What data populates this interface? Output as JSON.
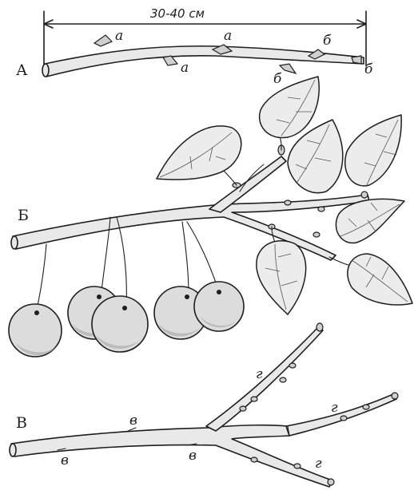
{
  "dimension": {
    "label": "30-40 см"
  },
  "panel_a": {
    "letter": "А",
    "labels": [
      "а",
      "а",
      "а",
      "б",
      "б",
      "б"
    ]
  },
  "panel_b": {
    "letter": "Б"
  },
  "panel_c": {
    "letter": "В",
    "labels": [
      "в",
      "в",
      "в",
      "г",
      "г",
      "г"
    ]
  }
}
